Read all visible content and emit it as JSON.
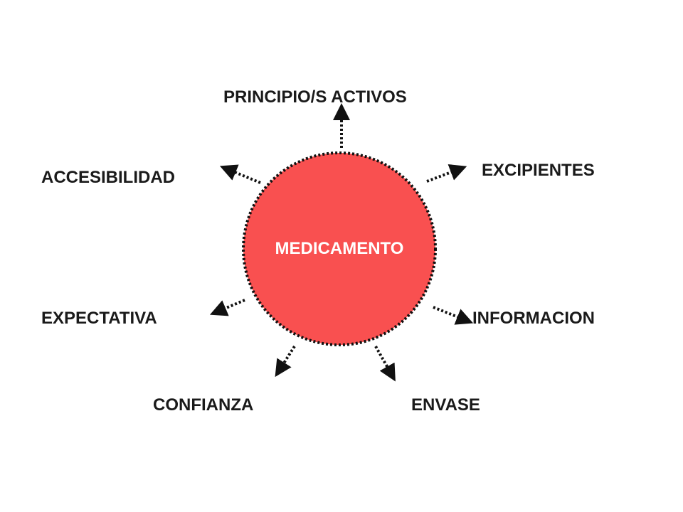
{
  "diagram": {
    "center": "MEDICAMENTO",
    "nodes": [
      {
        "id": "principio",
        "label": "PRINCIPIO/S ACTIVOS"
      },
      {
        "id": "excipientes",
        "label": "EXCIPIENTES"
      },
      {
        "id": "accesibilidad",
        "label": "ACCESIBILIDAD"
      },
      {
        "id": "expectativa",
        "label": "EXPECTATIVA"
      },
      {
        "id": "informacion",
        "label": "INFORMACION"
      },
      {
        "id": "confianza",
        "label": "CONFIANZA"
      },
      {
        "id": "envase",
        "label": "ENVASE"
      }
    ]
  },
  "colors": {
    "circle_fill": "#f95050",
    "dotted_line": "#111111",
    "text": "#1a1a1a",
    "center_text": "#ffffff"
  }
}
